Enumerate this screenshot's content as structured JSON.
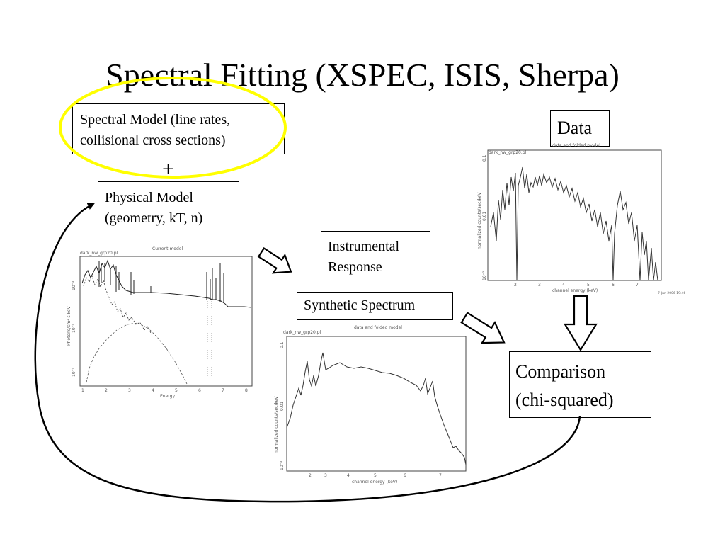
{
  "title": "Spectral Fitting (XSPEC, ISIS, Sherpa)",
  "boxes": {
    "spectral_model": [
      "Spectral Model (line rates,",
      "collisional cross sections)"
    ],
    "plus": "+",
    "physical_model": [
      "Physical Model",
      "(geometry, kT, n)"
    ],
    "instrumental_response": [
      "Instrumental",
      "Response"
    ],
    "synthetic_spectrum": "Synthetic Spectrum",
    "data": "Data",
    "comparison": [
      "Comparison",
      "(chi-squared)"
    ]
  },
  "plots": {
    "model": {
      "filename": "dark_nw_grp20.pl",
      "title": "Current model",
      "xlabel": "Energy",
      "ylabel": "Photons/cm² s keV",
      "xticks": [
        "1",
        "2",
        "3",
        "4",
        "5",
        "6",
        "7",
        "8"
      ],
      "yticks": [
        "10⁻³",
        "10⁻⁴",
        "10⁻⁵"
      ]
    },
    "synthetic": {
      "filename": "dark_nw_grp20.pl",
      "title": "data and folded model",
      "xlabel": "channel energy (keV)",
      "ylabel": "normalized counts/sec/keV",
      "xticks": [
        "2",
        "3",
        "4",
        "5",
        "6",
        "7"
      ],
      "yticks": [
        "0.1",
        "0.01",
        "10⁻³"
      ]
    },
    "data": {
      "filename": "dark_nw_grp20.pl",
      "title": "data and folded model",
      "xlabel": "channel energy (keV)",
      "ylabel": "normalized counts/sec/keV",
      "xticks": [
        "2",
        "3",
        "4",
        "5",
        "6",
        "7"
      ],
      "yticks": [
        "0.1",
        "0.01",
        "10⁻³"
      ],
      "date": "7-Jun-2006 19:46"
    }
  },
  "colors": {
    "highlight_ellipse": "#ffff00",
    "lines": "#000000"
  }
}
